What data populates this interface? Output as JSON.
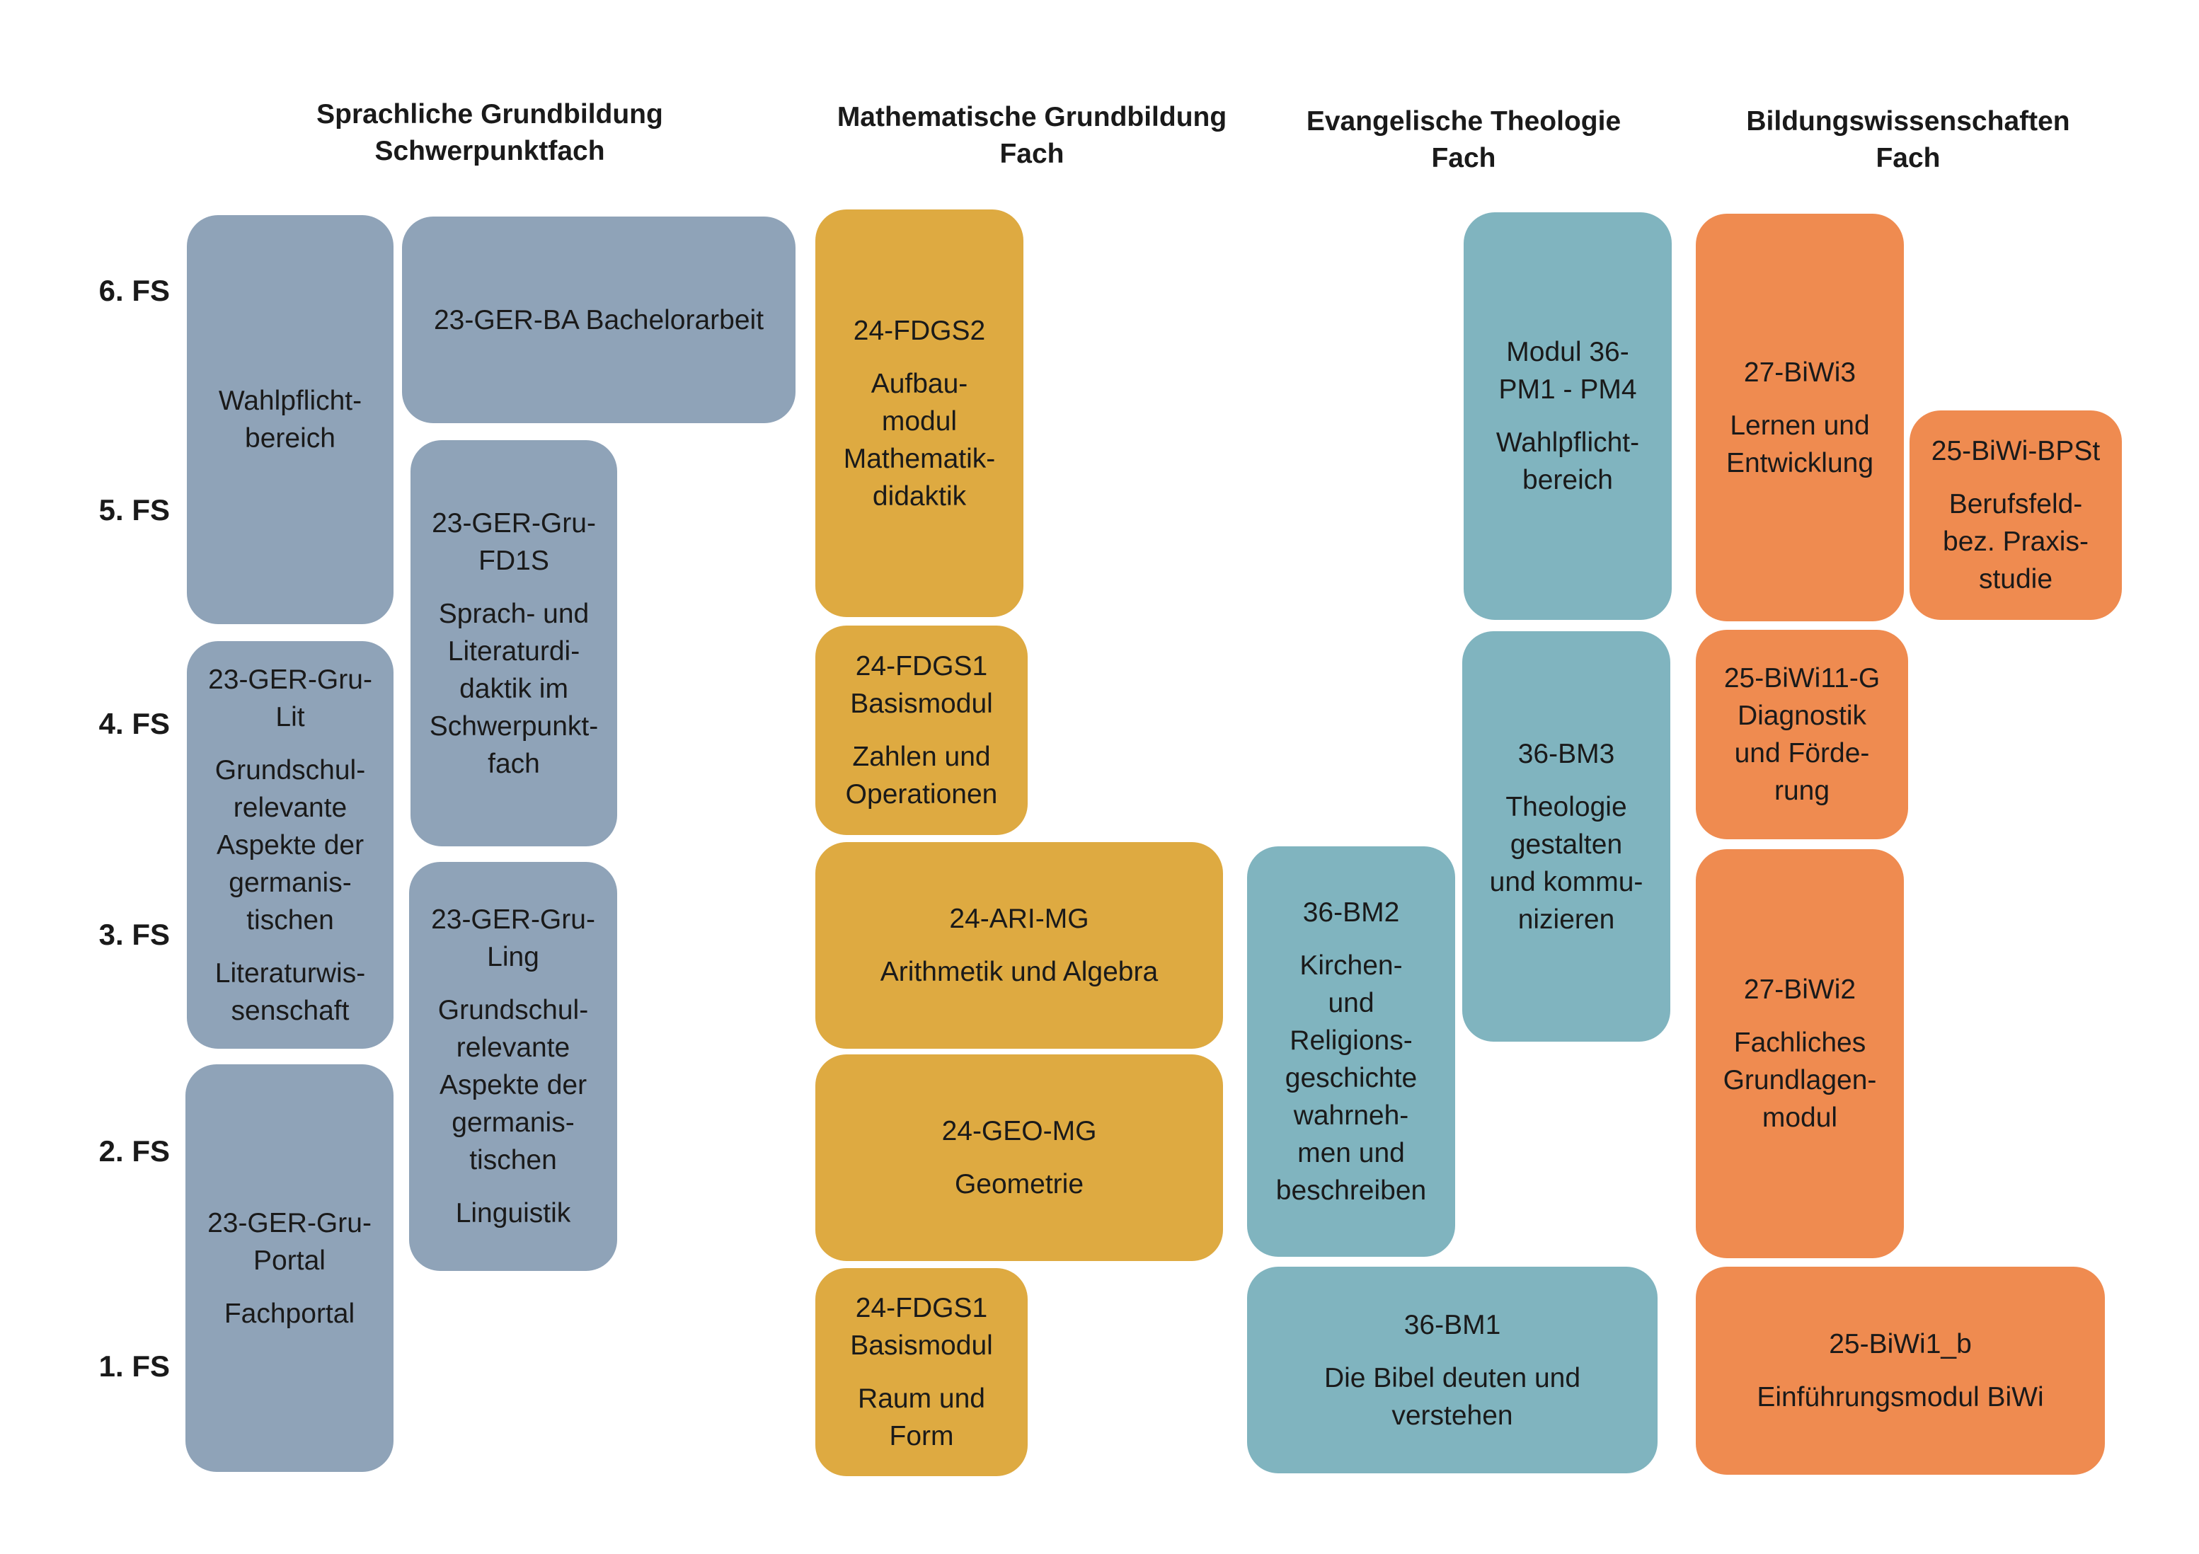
{
  "colors": {
    "sprache": "#8fa3b8",
    "mathe": "#deaa41",
    "theologie": "#80b4bf",
    "biwi": "#ef8b50"
  },
  "headers": {
    "sprache": {
      "line1": "Sprachliche Grundbildung",
      "line2": "Schwerpunktfach"
    },
    "mathe": {
      "line1": "Mathematische Grundbildung",
      "line2": "Fach"
    },
    "theologie": {
      "line1": "Evangelische Theologie",
      "line2": "Fach"
    },
    "biwi": {
      "line1": "Bildungswissenschaften",
      "line2": "Fach"
    }
  },
  "semesters": {
    "fs6": "6. FS",
    "fs5": "5. FS",
    "fs4": "4. FS",
    "fs3": "3. FS",
    "fs2": "2. FS",
    "fs1": "1. FS"
  },
  "modules": {
    "sprache": {
      "wahlpflicht": {
        "desc": "Wahlpflicht-\nbereich"
      },
      "bachelorarbeit": {
        "code": "23-GER-BA Bachelorarbeit"
      },
      "fd1s": {
        "code": "23-GER-Gru-\nFD1S",
        "desc": "Sprach- und\nLiteraturdi-\ndaktik im\nSchwerpunkt-\nfach"
      },
      "lit": {
        "code": "23-GER-Gru-\nLit",
        "desc": "Grundschul-\nrelevante\nAspekte der\ngermanis-\ntischen",
        "desc2": "Literaturwis-\nsenschaft"
      },
      "ling": {
        "code": "23-GER-Gru-\nLing",
        "desc": "Grundschul-\nrelevante\nAspekte der\ngermanis-\ntischen",
        "desc2": "Linguistik"
      },
      "portal": {
        "code": "23-GER-Gru-\nPortal",
        "desc": "Fachportal"
      }
    },
    "mathe": {
      "fdgs2": {
        "code": "24-FDGS2",
        "desc": "Aufbau-\nmodul\nMathematik-\ndidaktik"
      },
      "fdgs1_zahlen": {
        "code": "24-FDGS1\nBasismodul",
        "desc": "Zahlen und\nOperationen"
      },
      "ari": {
        "code": "24-ARI-MG",
        "desc": "Arithmetik und Algebra"
      },
      "geo": {
        "code": "24-GEO-MG",
        "desc": "Geometrie"
      },
      "fdgs1_raum": {
        "code": "24-FDGS1\nBasismodul",
        "desc": "Raum und\nForm"
      }
    },
    "theologie": {
      "pm": {
        "code": "Modul 36-\nPM1 - PM4",
        "desc": "Wahlpflicht-\nbereich"
      },
      "bm3": {
        "code": "36-BM3",
        "desc": "Theologie\ngestalten\nund kommu-\nnizieren"
      },
      "bm2": {
        "code": "36-BM2",
        "desc": "Kirchen-\nund\nReligions-\ngeschichte\nwahrneh-\nmen und\nbeschreiben"
      },
      "bm1": {
        "code": "36-BM1",
        "desc": "Die Bibel deuten und\nverstehen"
      }
    },
    "biwi": {
      "biwi3": {
        "code": "27-BiWi3",
        "desc": "Lernen und\nEntwicklung"
      },
      "bpst": {
        "code": "25-BiWi-BPSt",
        "desc": "Berufsfeld-\nbez. Praxis-\nstudie"
      },
      "biwi11": {
        "code": "25-BiWi11-G\nDiagnostik\nund Förde-\nrung"
      },
      "biwi2": {
        "code": "27-BiWi2",
        "desc": "Fachliches\nGrundlagen-\nmodul"
      },
      "biwi1": {
        "code": "25-BiWi1_b",
        "desc": "Einführungsmodul BiWi"
      }
    }
  }
}
